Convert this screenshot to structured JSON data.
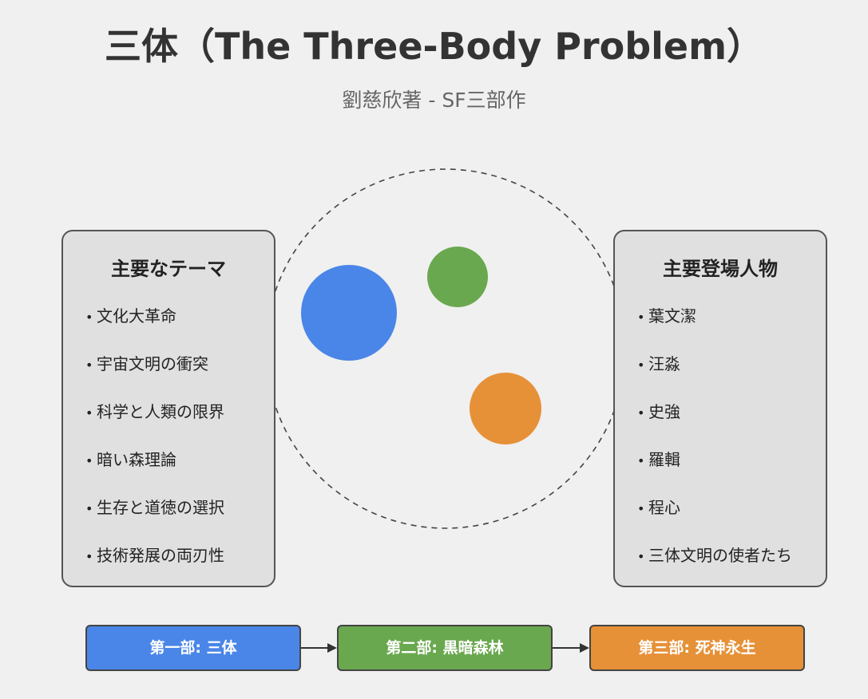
{
  "header": {
    "title": "三体（The Three-Body Problem）",
    "subtitle": "劉慈欣著 - SF三部作"
  },
  "themes": {
    "title": "主要なテーマ",
    "items": [
      "文化大革命",
      "宇宙文明の衝突",
      "科学と人類の限界",
      "暗い森理論",
      "生存と道徳の選択",
      "技術発展の両刃性"
    ]
  },
  "characters": {
    "title": "主要登場人物",
    "items": [
      "葉文潔",
      "汪淼",
      "史強",
      "羅輯",
      "程心",
      "三体文明の使者たち"
    ]
  },
  "bullet": "•",
  "bodies": [
    {
      "color": "#4a86e8"
    },
    {
      "color": "#6aa84f"
    },
    {
      "color": "#e69138"
    }
  ],
  "trilogy": [
    {
      "label": "第一部: 三体",
      "color": "#4a86e8"
    },
    {
      "label": "第二部: 黒暗森林",
      "color": "#6aa84f"
    },
    {
      "label": "第三部: 死神永生",
      "color": "#e69138"
    }
  ]
}
